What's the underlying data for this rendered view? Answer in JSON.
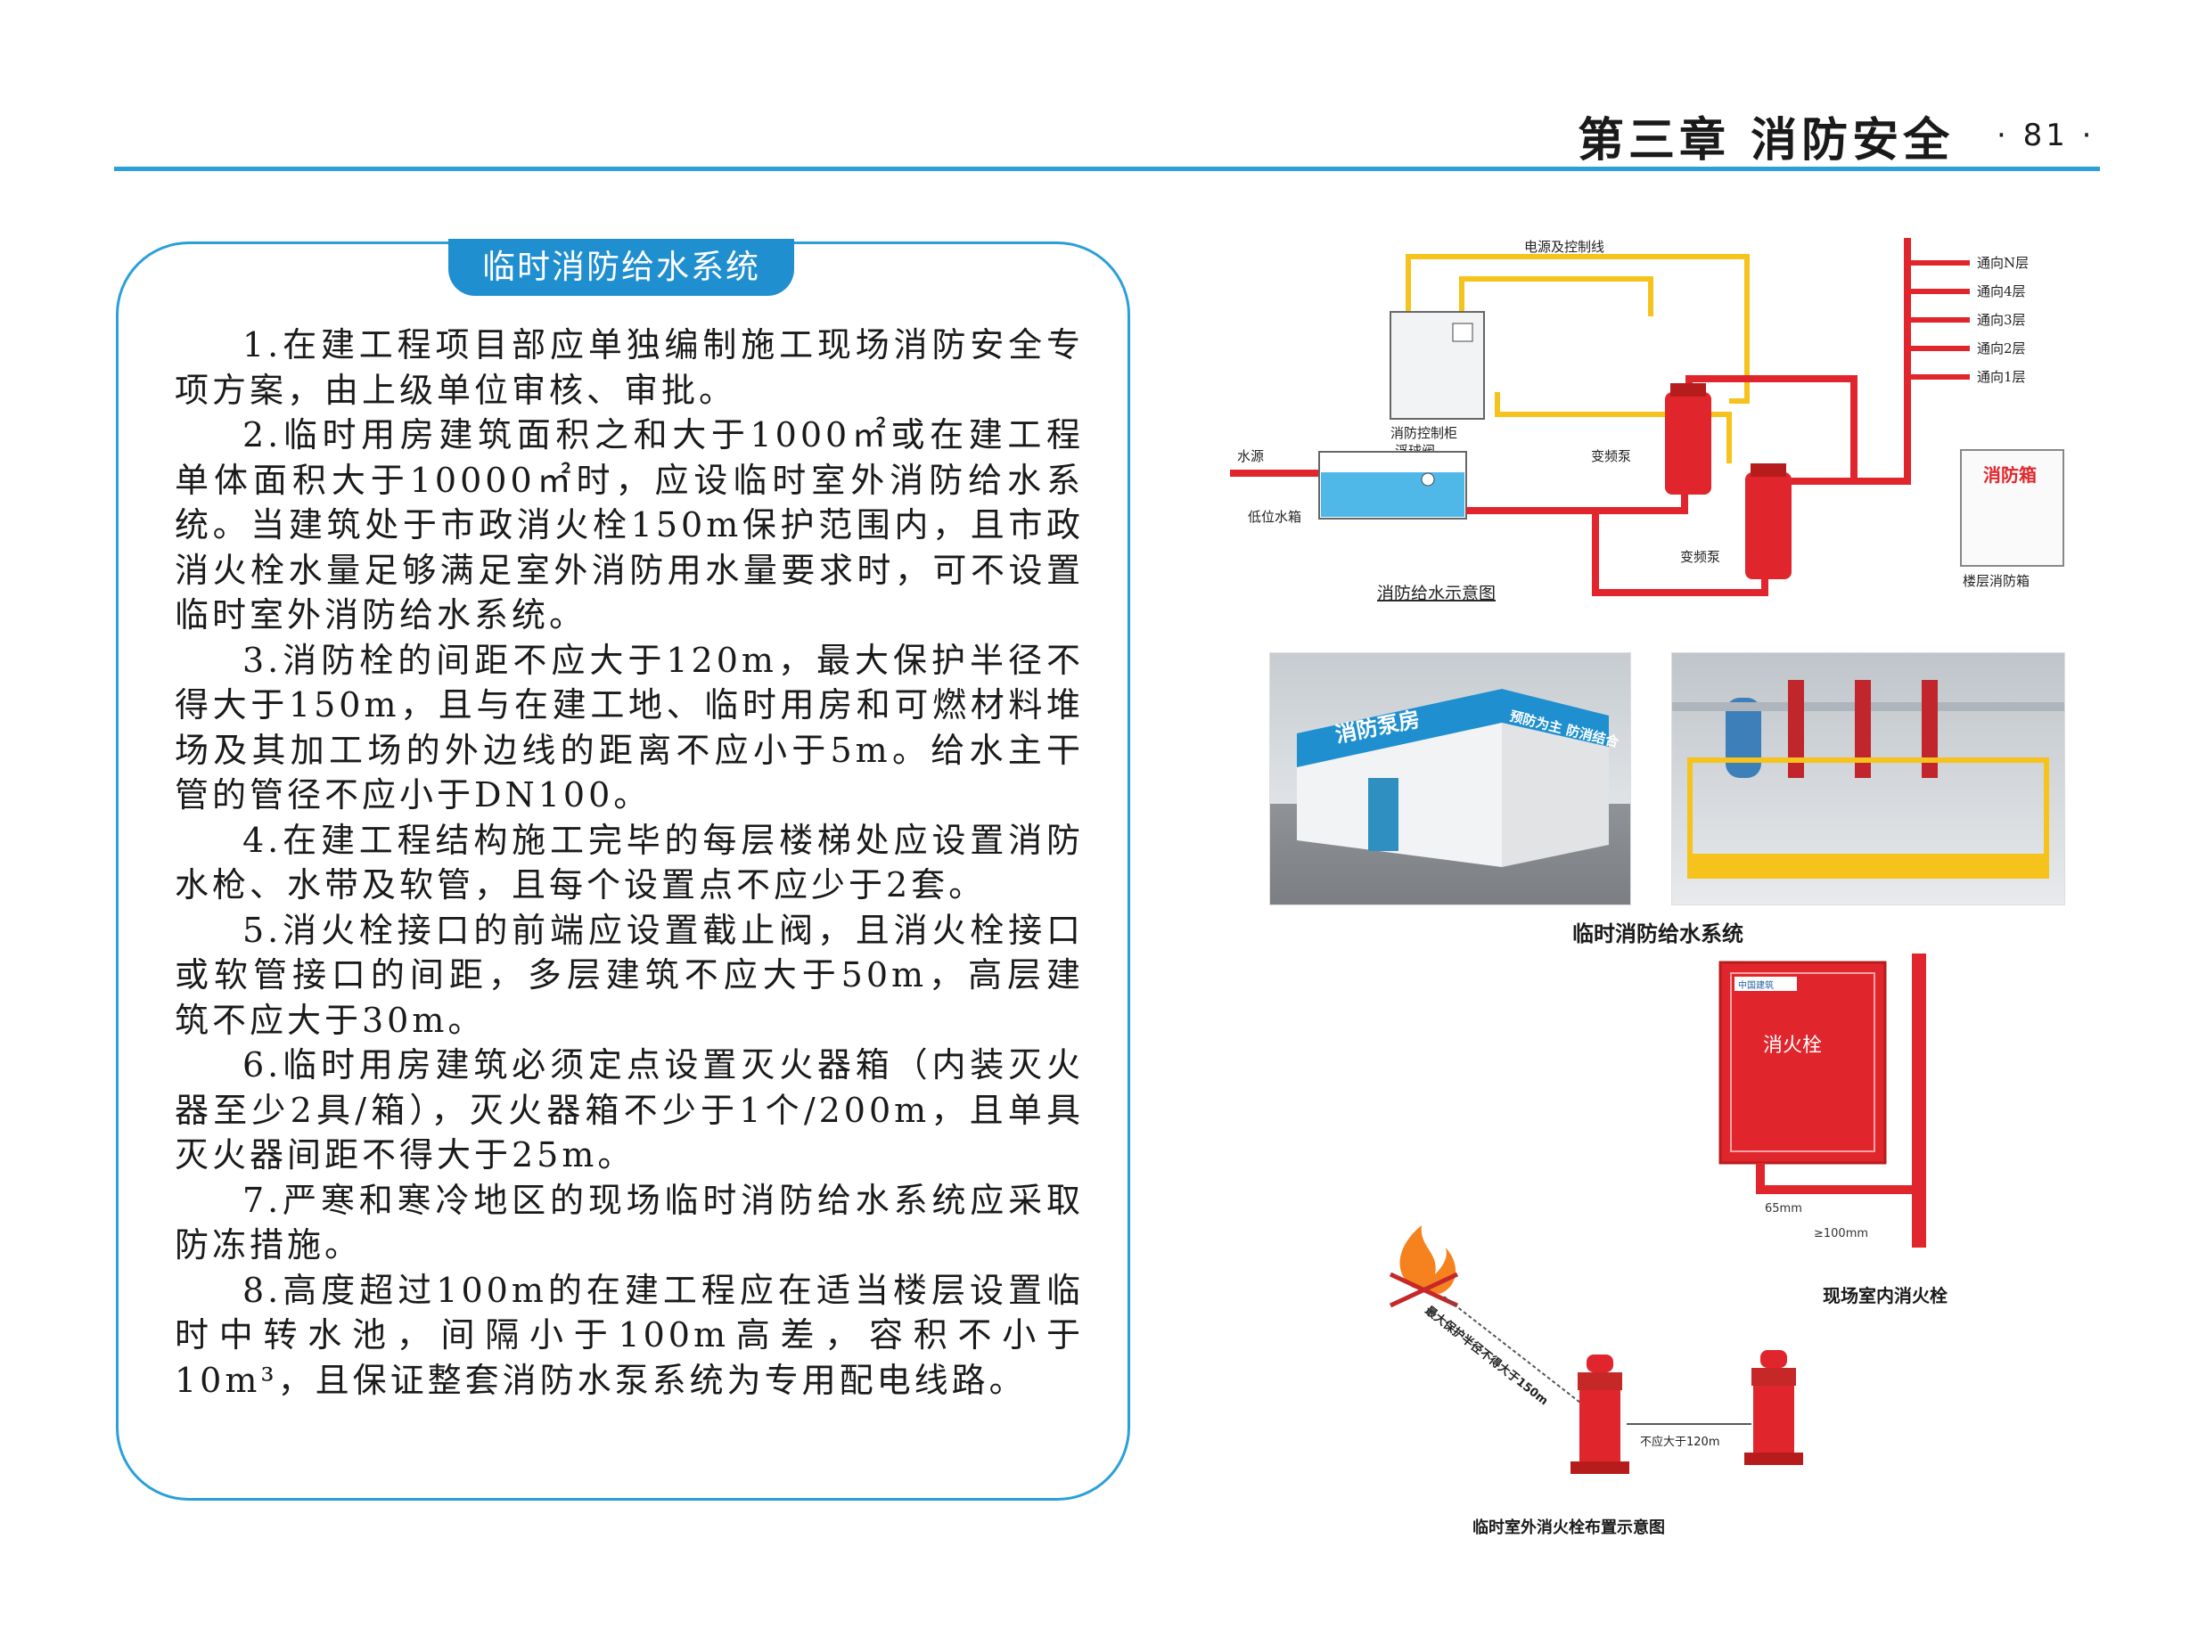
{
  "header": {
    "chapter": "第三章  消防安全",
    "page": "· 81 ·"
  },
  "panel": {
    "title": "临时消防给水系统",
    "paragraphs": [
      "1.在建工程项目部应单独编制施工现场消防安全专项方案，由上级单位审核、审批。",
      "2.临时用房建筑面积之和大于1000㎡或在建工程单体面积大于10000㎡时，应设临时室外消防给水系统。当建筑处于市政消火栓150m保护范围内，且市政消火栓水量足够满足室外消防用水量要求时，可不设置临时室外消防给水系统。",
      "3.消防栓的间距不应大于120m，最大保护半径不得大于150m，且与在建工地、临时用房和可燃材料堆场及其加工场的外边线的距离不应小于5m。给水主干管的管径不应小于DN100。",
      "4.在建工程结构施工完毕的每层楼梯处应设置消防水枪、水带及软管，且每个设置点不应少于2套。",
      "5.消火栓接口的前端应设置截止阀，且消火栓接口或软管接口的间距，多层建筑不应大于50m，高层建筑不应大于30m。",
      "6.临时用房建筑必须定点设置灭火器箱（内装灭火器至少2具/箱），灭火器箱不少于1个/200m，且单具灭火器间距不得大于25m。",
      "7.严寒和寒冷地区的现场临时消防给水系统应采取防冻措施。",
      "8.高度超过100m的在建工程应在适当楼层设置临时中转水池，间隔小于100m高差，容积不小于10m³，且保证整套消防水泵系统为专用配电线路。"
    ]
  },
  "diagram": {
    "power_line": "电源及控制线",
    "water_source": "水源",
    "low_tank": "低位水箱",
    "control_cabinet": "消防控制柜",
    "float_valve": "浮球阀",
    "pump_1": "变频泵",
    "pump_2": "变频泵",
    "floors": [
      "通向N层",
      "通向4层",
      "通向3层",
      "通向2层",
      "通向1层"
    ],
    "fire_box": "消防箱",
    "floor_box": "楼层消防箱",
    "caption": "消防给水示意图"
  },
  "photos": {
    "house_sign": "消防泵房",
    "house_slogan": "预防为主 防消结合",
    "caption": "临时消防给水系统"
  },
  "indoor": {
    "brand": "中国建筑",
    "label": "消火栓",
    "dim_1": "65mm",
    "dim_2": "≥100mm",
    "caption": "现场室内消火栓"
  },
  "outdoor": {
    "radius_label": "最大保护半径不得大于150m",
    "spacing_label": "不应大于120m",
    "caption": "临时室外消火栓布置示意图"
  },
  "colors": {
    "accent": "#2a9fda",
    "tab": "#1f8fd0",
    "fire_red": "#e0262c",
    "power_yellow": "#f6c21c",
    "water_blue": "#4fb8e8"
  }
}
